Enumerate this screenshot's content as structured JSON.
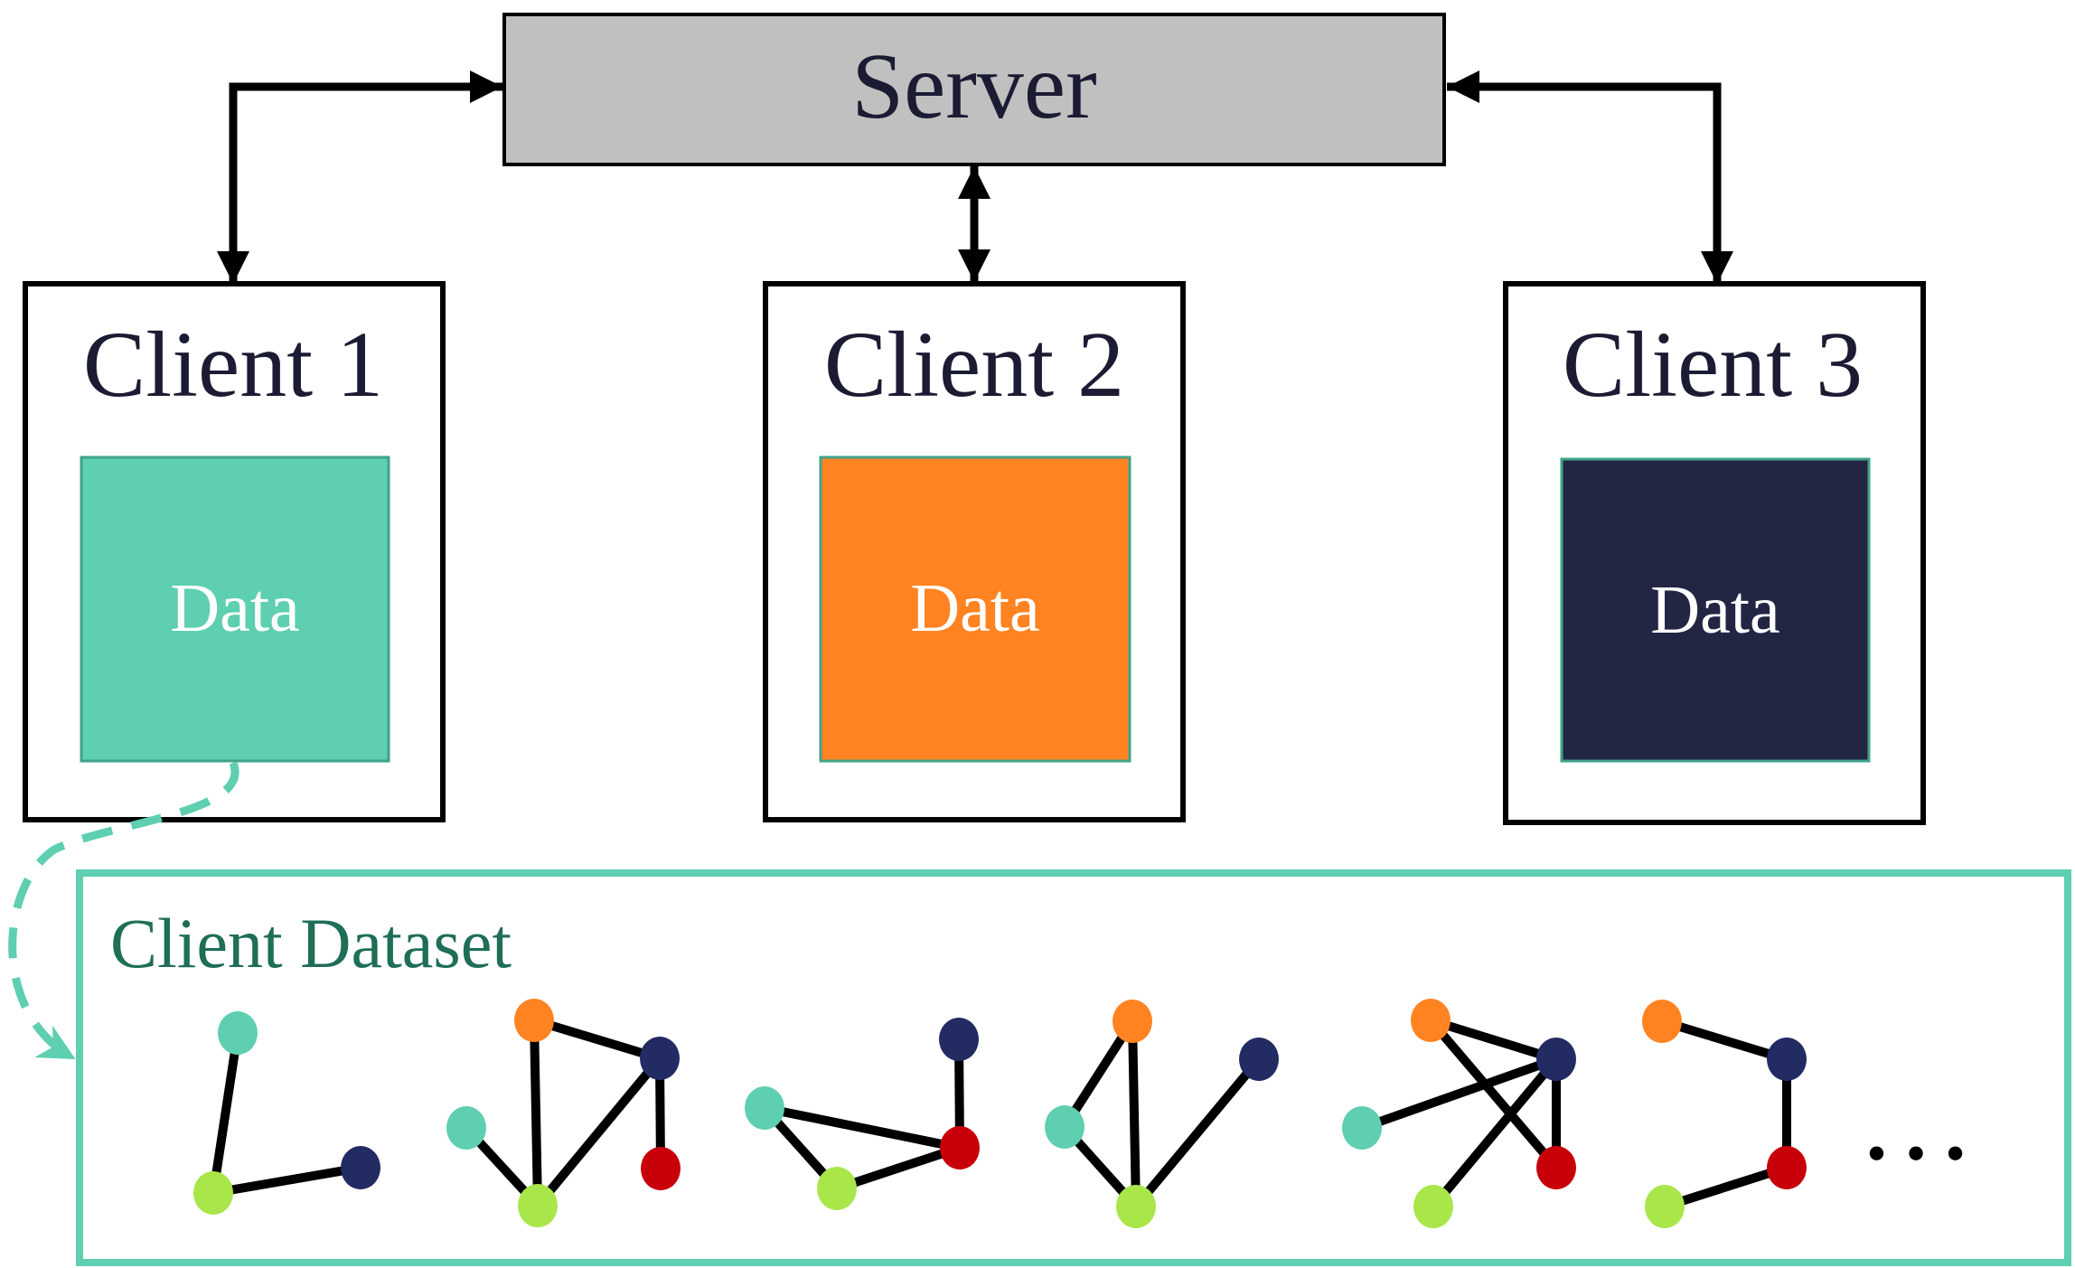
{
  "server": {
    "label": "Server",
    "fill": "#c0c0c0"
  },
  "clients": [
    {
      "title": "Client 1",
      "data_label": "Data",
      "data_color": "#5ecfb1"
    },
    {
      "title": "Client 2",
      "data_label": "Data",
      "data_color": "#ff8321"
    },
    {
      "title": "Client 3",
      "data_label": "Data",
      "data_color": "#232643"
    }
  ],
  "dataset": {
    "title": "Client Dataset",
    "title_color": "#1f6e58",
    "border_color": "#5ecfb1",
    "ellipsis": "…"
  },
  "node_colors": {
    "teal": "#5ecfb1",
    "orange": "#ff8321",
    "navy": "#232b63",
    "red": "#c8000a",
    "lime": "#a8e64a"
  },
  "text_color": "#1b1b33"
}
